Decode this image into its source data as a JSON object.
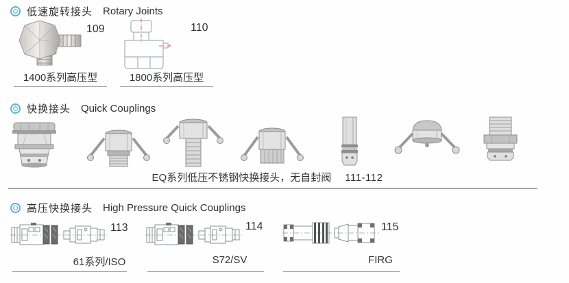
{
  "colors": {
    "bullet_blue": "#58b2d8",
    "text": "#333333",
    "divider": "#a5a5a5",
    "caption_underline": "#9a9a9a",
    "drawing_line": "#9aa0a4",
    "centerline_red": "#d96c5f"
  },
  "rotary": {
    "title_zh": "低速旋转接头",
    "title_en": "Rotary Joints",
    "items": [
      {
        "number": "109",
        "caption": "1400系列高压型",
        "image": "rotary-joint-elbow-photo"
      },
      {
        "number": "110",
        "caption": "1800系列高压型",
        "image": "rotary-joint-block-drawing"
      }
    ]
  },
  "quick": {
    "title_zh": "快换接头",
    "title_en": "Quick Couplings",
    "caption": "EQ系列低压不锈钢快换接头，无自封阀",
    "range_number": "111-112",
    "products": [
      {
        "image": "camlock-type-a-adapter-photo"
      },
      {
        "image": "camlock-type-d-coupler-photo"
      },
      {
        "image": "camlock-type-c-hose-shank-coupler-photo"
      },
      {
        "image": "camlock-type-d-coupler-variant-photo"
      },
      {
        "image": "camlock-dust-plug-photo"
      },
      {
        "image": "camlock-dust-cap-photo"
      },
      {
        "image": "camlock-type-f-adapter-photo"
      }
    ]
  },
  "high_pressure": {
    "title_zh": "高压快换接头",
    "title_en": "High Pressure Quick Couplings",
    "items": [
      {
        "number": "113",
        "caption": "61系列/ISO"
      },
      {
        "number": "114",
        "caption": "S72/SV"
      },
      {
        "number": "115",
        "caption": "FIRG"
      }
    ]
  }
}
